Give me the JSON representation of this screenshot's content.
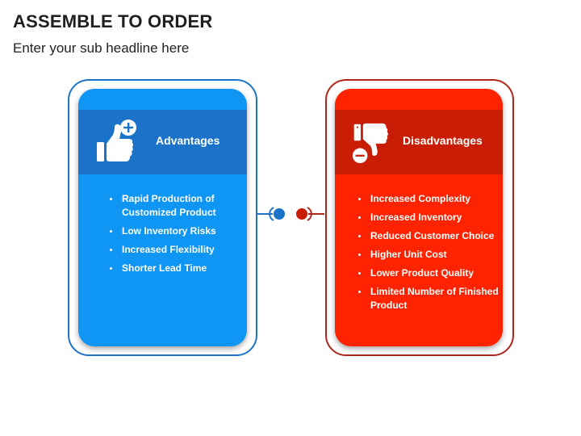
{
  "header": {
    "title": "ASSEMBLE TO ORDER",
    "subtitle": "Enter your sub headline here"
  },
  "advantages": {
    "label": "Advantages",
    "icon": "thumbs-up-plus-icon",
    "color": "#0f96f4",
    "header_color": "#1a73c8",
    "items": [
      "Rapid Production of Customized Product",
      "Low Inventory Risks",
      "Increased Flexibility",
      "Shorter Lead Time"
    ]
  },
  "disadvantages": {
    "label": "Disadvantages",
    "icon": "thumbs-down-minus-icon",
    "color": "#ff2300",
    "header_color": "#c91d05",
    "items": [
      "Increased Complexity",
      "Increased Inventory",
      "Reduced Customer Choice",
      "Higher Unit Cost",
      "Lower Product Quality",
      "Limited Number of Finished Product"
    ]
  }
}
